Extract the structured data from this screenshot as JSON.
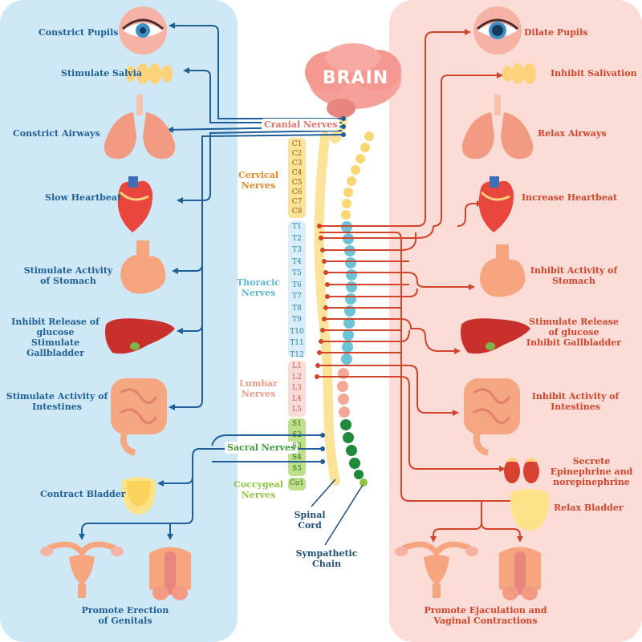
{
  "brain": "BRAIN",
  "parasympathetic": {
    "constrict_pupils": "Constrict Pupils",
    "stimulate_salvia": "Stimulate Salvia",
    "constrict_airways": "Constrict Airways",
    "slow_heartbeat": "Slow Heartbeat",
    "stimulate_stomach": [
      "Stimulate Activity",
      "of Stomach"
    ],
    "inhibit_glucose": [
      "Inhibit Release of",
      "glucose",
      "Stimulate Gallbladder"
    ],
    "stimulate_intestines": [
      "Stimulate Activity of",
      "Intestines"
    ],
    "contract_bladder": "Contract Bladder",
    "promote_erection": [
      "Promote Erection",
      "of Genitals"
    ]
  },
  "sympathetic": {
    "dilate_pupils": "Dilate Pupils",
    "inhibit_salivation": "Inhibit Salivation",
    "relax_airways": "Relax Airways",
    "increase_heartbeat": "Increase Heartbeat",
    "inhibit_stomach": [
      "Inhibit Activity of",
      "Stomach"
    ],
    "stimulate_glucose": [
      "Stimulate Release",
      "of glucose",
      "Inhibit Gallbladder"
    ],
    "inhibit_intestines": [
      "Inhibit Activity of",
      "Intestines"
    ],
    "secrete_epinephrine": [
      "Secrete",
      "Epinephrine and",
      "norepinephrine"
    ],
    "relax_bladder": "Relax Bladder",
    "promote_ejaculation": [
      "Promote Ejaculation and",
      "Vaginal Contractions"
    ]
  },
  "nerves": {
    "cranial": "Cranial Nerves",
    "cervical": [
      "Cervical",
      "Nerves"
    ],
    "thoracic": [
      "Thoracic",
      "Nerves"
    ],
    "lumbar": [
      "Lumbar",
      "Nerves"
    ],
    "sacral": "Sacral Nerves",
    "coccygeal": [
      "Coccygeal",
      "Nerves"
    ]
  },
  "vertebrae": {
    "cervical": [
      "C1",
      "C2",
      "C3",
      "C4",
      "C5",
      "C6",
      "C7",
      "C8"
    ],
    "thoracic": [
      "T1",
      "T2",
      "T3",
      "T4",
      "T5",
      "T6",
      "T7",
      "T8",
      "T9",
      "T10",
      "T11",
      "T12"
    ],
    "lumbar": [
      "L1",
      "L2",
      "L3",
      "L4",
      "L5"
    ],
    "sacral": [
      "S1",
      "S2",
      "S3",
      "S4",
      "S5"
    ],
    "coccygeal": [
      "Co1"
    ]
  },
  "spinal_cord": [
    "Spinal",
    "Cord"
  ],
  "sympathetic_chain": [
    "Sympathetic",
    "Chain"
  ],
  "colors": {
    "para_panel": "#cfe8f6",
    "symp_panel": "#fcdcd6",
    "para_line": "#1f5f99",
    "symp_line": "#d2452c",
    "cervical": "#e58a23",
    "thoracic": "#5ab7d8",
    "lumbar": "#f09a86",
    "sacral": "#3f9a3a",
    "coccygeal": "#8ec63f"
  }
}
